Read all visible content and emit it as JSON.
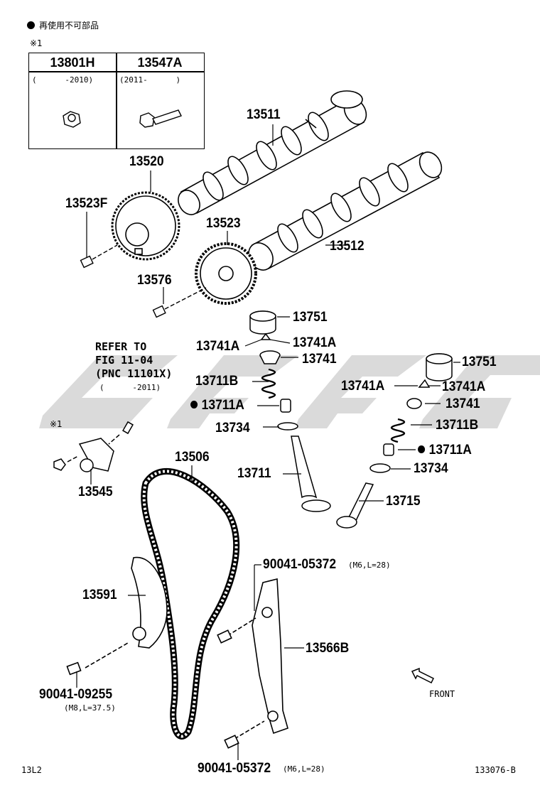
{
  "legend": {
    "bullet_text": "再使用不可部品",
    "ref_mark": "※1"
  },
  "table": {
    "col1_header": "13801H",
    "col1_range": "(      -2010)",
    "col2_header": "13547A",
    "col2_range": "(2011-      )"
  },
  "labels": {
    "p13511": "13511",
    "p13520": "13520",
    "p13523F": "13523F",
    "p13523": "13523",
    "p13512": "13512",
    "p13576": "13576",
    "p13751_a": "13751",
    "p13741A_a": "13741A",
    "p13741A_b": "13741A",
    "p13741_a": "13741",
    "p13711B_a": "13711B",
    "p13711A_a": "13711A",
    "p13734_a": "13734",
    "p13711": "13711",
    "p13751_b": "13751",
    "p13741A_c": "13741A",
    "p13741A_d": "13741A",
    "p13741_b": "13741",
    "p13711B_b": "13711B",
    "p13711A_b": "13711A",
    "p13734_b": "13734",
    "p13715": "13715",
    "p13506": "13506",
    "p13545": "13545",
    "p13545_mark": "※1",
    "p13591": "13591",
    "p13566B": "13566B",
    "bolt_upper": "90041-05372",
    "bolt_upper_spec": "(M6,L=28)",
    "bolt_lower": "90041-05372",
    "bolt_lower_spec": "(M6,L=28)",
    "bolt_left": "90041-09255",
    "bolt_left_spec": "(M8,L=37.5)",
    "front": "FRONT"
  },
  "refer": {
    "line1": "REFER TO",
    "line2": "FIG 11-04",
    "line3": "(PNC 11101X)",
    "line4": "(      -2011)"
  },
  "footer": {
    "left_code": "13L2",
    "right_code": "133076-B"
  },
  "colors": {
    "ink": "#000000",
    "watermark": "#d9d9d9",
    "paper": "#ffffff"
  }
}
